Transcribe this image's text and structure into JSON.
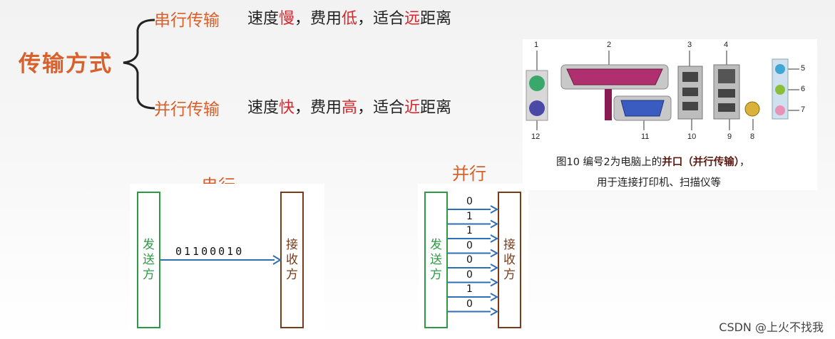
{
  "main_title": "传输方式",
  "serial_row": {
    "label": "串行传输",
    "desc_1": "速度",
    "desc_2": "慢",
    "desc_3": "，费用",
    "desc_4": "低",
    "desc_5": "，适合",
    "desc_6": "远",
    "desc_7": "距离"
  },
  "parallel_row": {
    "label": "并行传输",
    "desc_1": "速度",
    "desc_2": "快",
    "desc_3": "，费用",
    "desc_4": "高",
    "desc_5": "，适合",
    "desc_6": "近",
    "desc_7": "距离"
  },
  "ports_figure": {
    "numbers": [
      "1",
      "2",
      "3",
      "4",
      "5",
      "6",
      "7",
      "8",
      "9",
      "10",
      "11",
      "12"
    ],
    "caption_a": "图10  编号2为电脑上的",
    "caption_b": "并口（并行传输）",
    "caption_c": "，",
    "caption_line2": "用于连接打印机、扫描仪等"
  },
  "serial_diagram": {
    "title": "串行",
    "sender": "发送方",
    "receiver": "接收方",
    "bits": "01100010"
  },
  "parallel_diagram": {
    "title": "并行",
    "sender": "发送方",
    "receiver": "接收方",
    "bits": [
      "0",
      "1",
      "1",
      "0",
      "0",
      "0",
      "1",
      "0"
    ]
  },
  "watermark": "CSDN @上火不找我",
  "colors": {
    "accent_orange": "#d9602a",
    "highlight_red": "#d8272d",
    "sender_green": "#2e9a45",
    "receiver_brown": "#7a3b1a",
    "arrow_blue": "#2f6fb5"
  }
}
